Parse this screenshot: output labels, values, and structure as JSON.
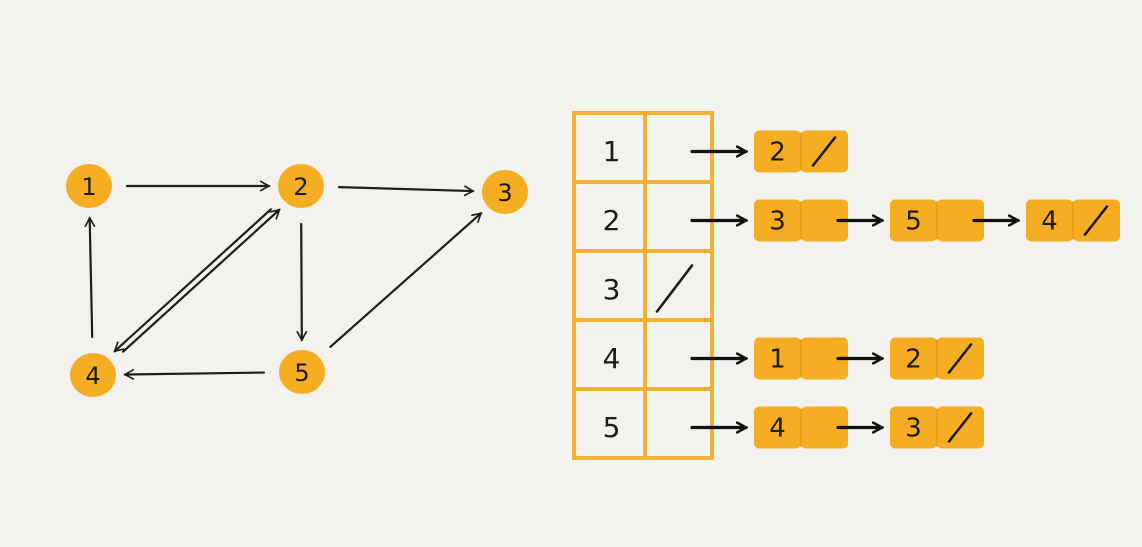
{
  "colors": {
    "background": "#f4f2ee",
    "node_fill": "#f5ae22",
    "table_border": "#f2b035",
    "list_box_fill": "#f5ae22",
    "ink": "#1b1b1b"
  },
  "graph": {
    "nodes": [
      {
        "id": "1",
        "label": "1"
      },
      {
        "id": "2",
        "label": "2"
      },
      {
        "id": "3",
        "label": "3"
      },
      {
        "id": "4",
        "label": "4"
      },
      {
        "id": "5",
        "label": "5"
      }
    ],
    "edges": [
      {
        "from": "1",
        "to": "2"
      },
      {
        "from": "2",
        "to": "3"
      },
      {
        "from": "2",
        "to": "5"
      },
      {
        "from": "2",
        "to": "4"
      },
      {
        "from": "4",
        "to": "2"
      },
      {
        "from": "4",
        "to": "1"
      },
      {
        "from": "5",
        "to": "4"
      },
      {
        "from": "5",
        "to": "3"
      }
    ]
  },
  "adjacency_list": {
    "rows": [
      {
        "vertex": "1",
        "null_head": false,
        "list": [
          {
            "value": "2"
          }
        ]
      },
      {
        "vertex": "2",
        "null_head": false,
        "list": [
          {
            "value": "3"
          },
          {
            "value": "5"
          },
          {
            "value": "4"
          }
        ]
      },
      {
        "vertex": "3",
        "null_head": true,
        "list": []
      },
      {
        "vertex": "4",
        "null_head": false,
        "list": [
          {
            "value": "1"
          },
          {
            "value": "2"
          }
        ]
      },
      {
        "vertex": "5",
        "null_head": false,
        "list": [
          {
            "value": "4"
          },
          {
            "value": "3"
          }
        ]
      }
    ]
  }
}
